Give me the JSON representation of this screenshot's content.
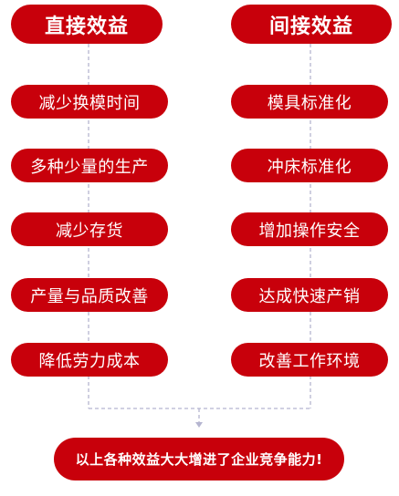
{
  "left": {
    "title": "直接效益",
    "items": [
      "减少换模时间",
      "多种少量的生产",
      "减少存货",
      "产量与品质改善",
      "降低劳力成本"
    ]
  },
  "right": {
    "title": "间接效益",
    "items": [
      "模具标准化",
      "冲床标准化",
      "增加操作安全",
      "达成快速产销",
      "改善工作环境"
    ]
  },
  "conclusion": "以上各种效益大大增进了企业竞争能力!",
  "colors": {
    "pill": "#c8000b",
    "text": "#ffffff",
    "connector": "#b5b5d0"
  }
}
